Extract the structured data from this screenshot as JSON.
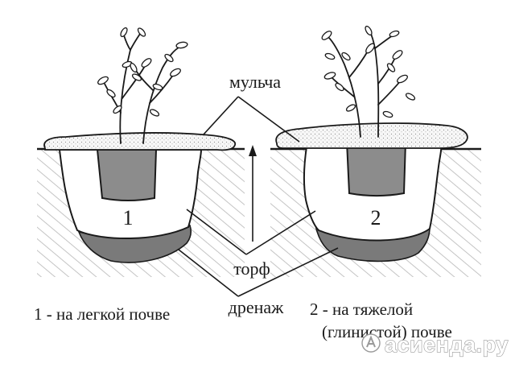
{
  "labels": {
    "plant_1_number": "1",
    "plant_2_number": "2",
    "mulch": "мульча",
    "peat": "торф",
    "drainage": "дренаж",
    "caption_1": "1 - на легкой почве",
    "caption_2_line1": "2 - на тяжелой",
    "caption_2_line2": "(глинистой) почве"
  },
  "watermark": {
    "text": "асиенда.ру"
  },
  "colors": {
    "ink": "#1a1a1a",
    "root_ball": "#8c8c8c",
    "drainage": "#7a7a7a",
    "soil_hatch": "#c8c8c8",
    "mulch_fill": "#f4f4f4"
  }
}
